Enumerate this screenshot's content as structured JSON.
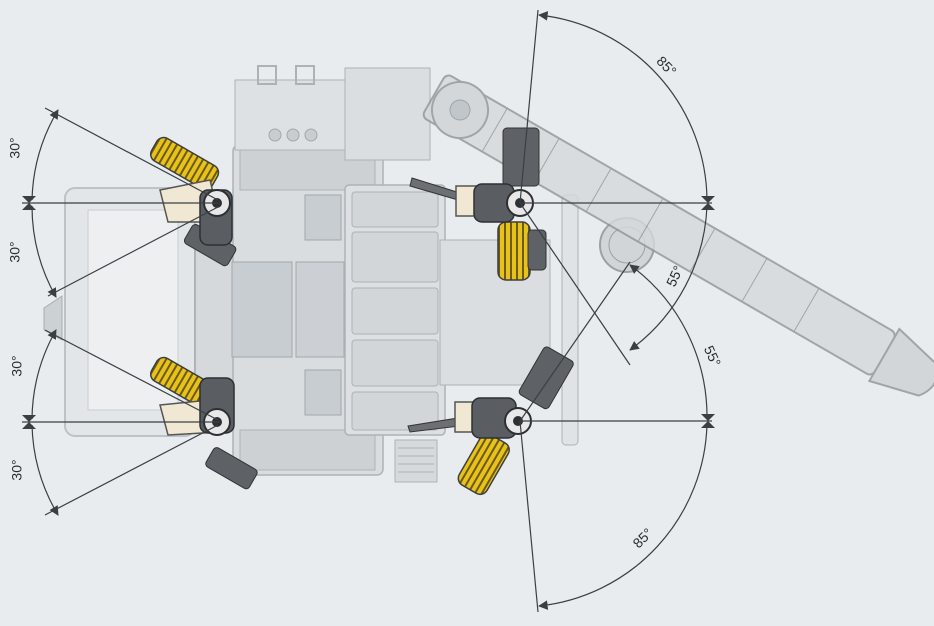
{
  "colors": {
    "background": "#e8ecef",
    "machine_body": "#d2d6d9",
    "machine_outline": "#9aa0a5",
    "track_yellow": "#e8c21c",
    "track_dark": "#55595d",
    "steer_housing": "#f1e8d3",
    "dimension_line": "#3a3f44"
  },
  "angles": {
    "front_left_upper": "30°",
    "front_left_lower": "30°",
    "rear_left_upper": "30°",
    "rear_left_lower": "30°",
    "right_upper_outer": "85°",
    "right_upper_inner": "55°",
    "right_lower_inner": "55°",
    "right_lower_outer": "85°"
  }
}
